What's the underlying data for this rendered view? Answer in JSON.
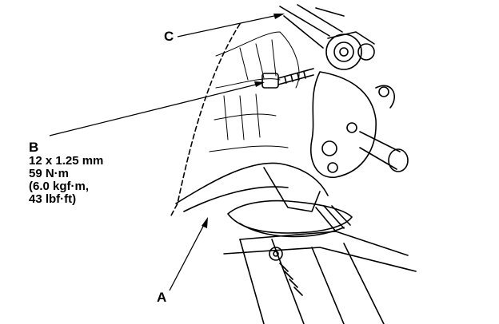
{
  "labels": {
    "a": "A",
    "b": "B",
    "c": "C"
  },
  "spec": {
    "line1": "12 x 1.25 mm",
    "line2": "59 N·m",
    "line3": "(6.0 kgf·m,",
    "line4": "43 lbf·ft)"
  },
  "colors": {
    "ink": "#000000",
    "paper": "#ffffff"
  }
}
